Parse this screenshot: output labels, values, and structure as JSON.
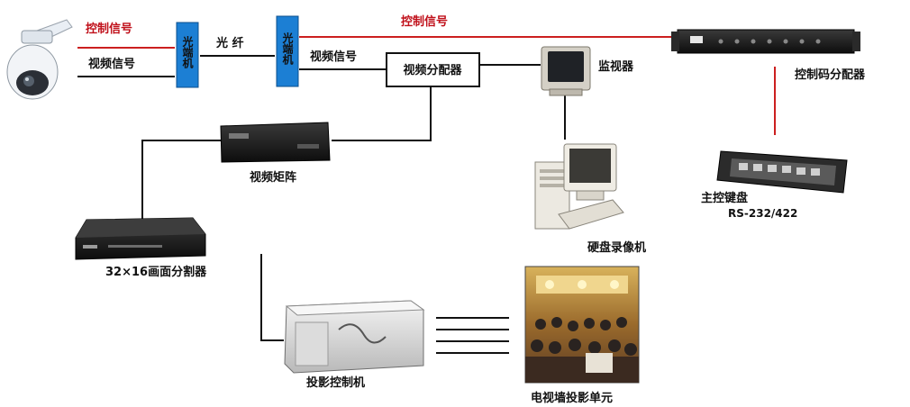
{
  "colors": {
    "control_line": "#cc1f1f",
    "signal_line": "#111111",
    "converter_blue": "#1c7fd4",
    "label_red": "#c0101a"
  },
  "labels": {
    "control_signal_left": "控制信号",
    "video_signal_left": "视频信号",
    "fiber": "光 纤",
    "converter_left": "光端机",
    "converter_right": "光端机",
    "control_signal_top": "控制信号",
    "video_signal_mid": "视频信号",
    "video_distributor": "视频分配器",
    "monitor": "监视器",
    "control_code_distributor": "控制码分配器",
    "video_matrix": "视频矩阵",
    "main_keyboard": "主控键盘",
    "keyboard_protocol": "RS-232/422",
    "dvr": "硬盘录像机",
    "screen_splitter": "32×16画面分割器",
    "projection_controller": "投影控制机",
    "tv_wall_unit": "电视墙投影单元"
  },
  "icons": {
    "camera": "dome-camera-icon",
    "monitor": "crt-monitor-icon",
    "dvr": "desktop-computer-icon",
    "keyboard": "control-keyboard-icon",
    "rack": "rack-unit-icon",
    "photo": "conference-photo-icon"
  }
}
